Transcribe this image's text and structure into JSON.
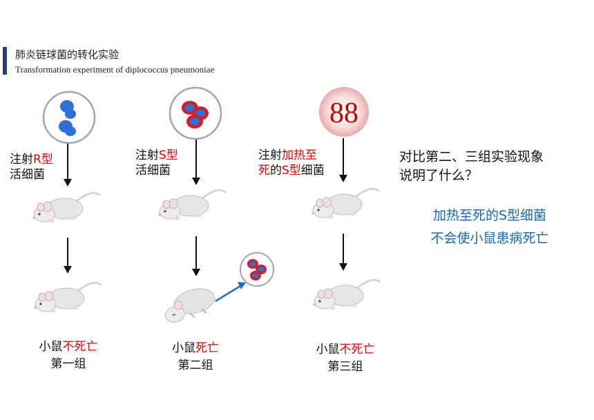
{
  "header": {
    "title_cn": "肺炎链球菌的转化实验",
    "title_en": "Transformation experiment of diplococcus pneumoniae"
  },
  "group1": {
    "inject_a": "注射",
    "inject_b": "R型",
    "inject_line2": "活细菌",
    "result_a": "小鼠",
    "result_b": "不死亡",
    "name": "第一组"
  },
  "group2": {
    "inject_a": "注射",
    "inject_b": "S型",
    "inject_line2": "活细菌",
    "result_a": "小鼠",
    "result_b": "死亡",
    "name": "第二组"
  },
  "group3": {
    "dish_label": "88",
    "inject_a": "注射",
    "inject_b": "加热至",
    "inject_line2_a": "死",
    "inject_line2_b": "的",
    "inject_line2_c": "S型",
    "inject_line2_d": "细菌",
    "result_a": "小鼠",
    "result_b": "不死亡",
    "name": "第三组"
  },
  "question": {
    "line1": "对比第二、三组实验现象",
    "line2": "说明了什么？"
  },
  "answer": {
    "line1": "加热至死的S型细菌",
    "line2": "不会使小鼠患病死亡"
  },
  "colors": {
    "r_bacteria": "#2f6fd8",
    "s_capsule": "#d0202a",
    "s_core": "#2f6fd8",
    "highlight": "#e10000",
    "answer": "#1766b3"
  }
}
